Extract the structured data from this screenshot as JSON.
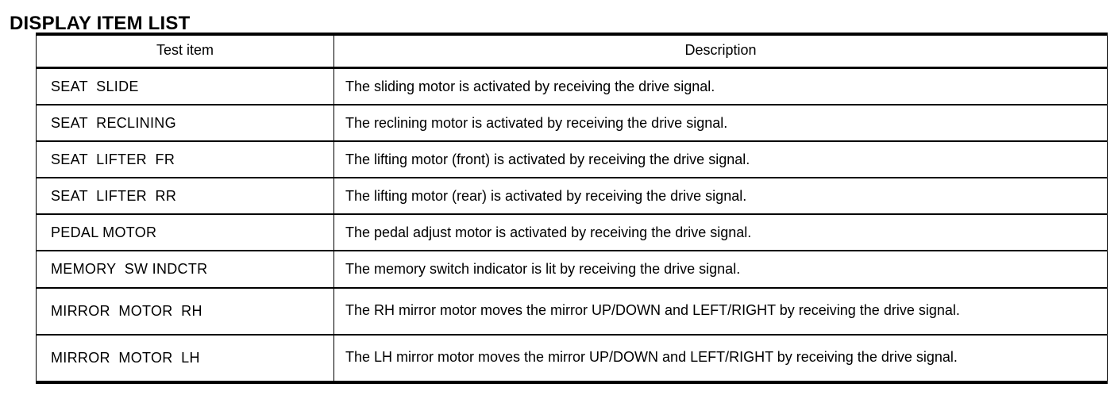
{
  "document": {
    "title": "DISPLAY ITEM LIST"
  },
  "table": {
    "headers": {
      "test_item": "Test item",
      "description": "Description"
    },
    "rows": [
      {
        "test_item": "SEAT  SLIDE",
        "description": "The sliding motor is activated by receiving the drive signal.",
        "tall": false
      },
      {
        "test_item": "SEAT  RECLINING",
        "description": "The reclining motor is activated by receiving the drive signal.",
        "tall": false
      },
      {
        "test_item": "SEAT  LIFTER  FR",
        "description": "The lifting motor (front) is activated by receiving the drive signal.",
        "tall": false
      },
      {
        "test_item": "SEAT  LIFTER  RR",
        "description": "The lifting motor (rear) is activated by receiving the drive signal.",
        "tall": false
      },
      {
        "test_item": "PEDAL MOTOR",
        "description": "The pedal adjust motor is activated by receiving the drive signal.",
        "tall": false
      },
      {
        "test_item": "MEMORY  SW INDCTR",
        "description": "The memory switch indicator is lit by receiving the drive signal.",
        "tall": false
      },
      {
        "test_item": "MIRROR  MOTOR  RH",
        "description": "The RH mirror motor moves the mirror UP/DOWN and LEFT/RIGHT by receiving the drive signal.",
        "tall": true
      },
      {
        "test_item": "MIRROR  MOTOR  LH",
        "description": "The LH mirror motor moves the mirror UP/DOWN and LEFT/RIGHT by receiving the drive signal.",
        "tall": true
      }
    ]
  },
  "colors": {
    "text": "#000000",
    "background": "#ffffff",
    "rule": "#000000"
  }
}
